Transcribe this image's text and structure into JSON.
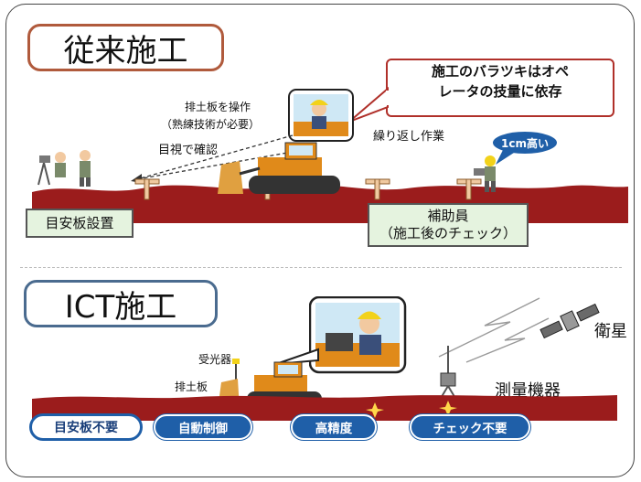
{
  "conventional": {
    "title": "従来施工",
    "callout_line1": "施工のバラツキはオペ",
    "callout_line2": "レータの技量に依存",
    "operate_line1": "排土板を操作",
    "operate_line2": "（熟練技術が必要）",
    "visual_check": "目視で確認",
    "repeat_work": "繰り返し作業",
    "speech": "1cm高い",
    "stake_label": "目安板設置",
    "assistant_line1": "補助員",
    "assistant_line2": "（施工後のチェック）"
  },
  "ict": {
    "title": "ICT施工",
    "receiver": "受光器",
    "blade": "排土板",
    "satellite": "衛星",
    "survey": "測量機器",
    "badges": [
      "目安板不要",
      "自動制御",
      "高精度",
      "チェック不要"
    ]
  },
  "colors": {
    "conventional_border": "#b05a3c",
    "ict_border": "#4a6b8f",
    "ground": "#9b1c1c",
    "bulldozer": "#e08a1a",
    "badge_blue": "#1f5fa8"
  },
  "icons": [
    "bulldozer-icon",
    "surveyor-icon",
    "stake-icon",
    "satellite-icon",
    "survey-instrument-icon",
    "operator-cab-icon"
  ]
}
